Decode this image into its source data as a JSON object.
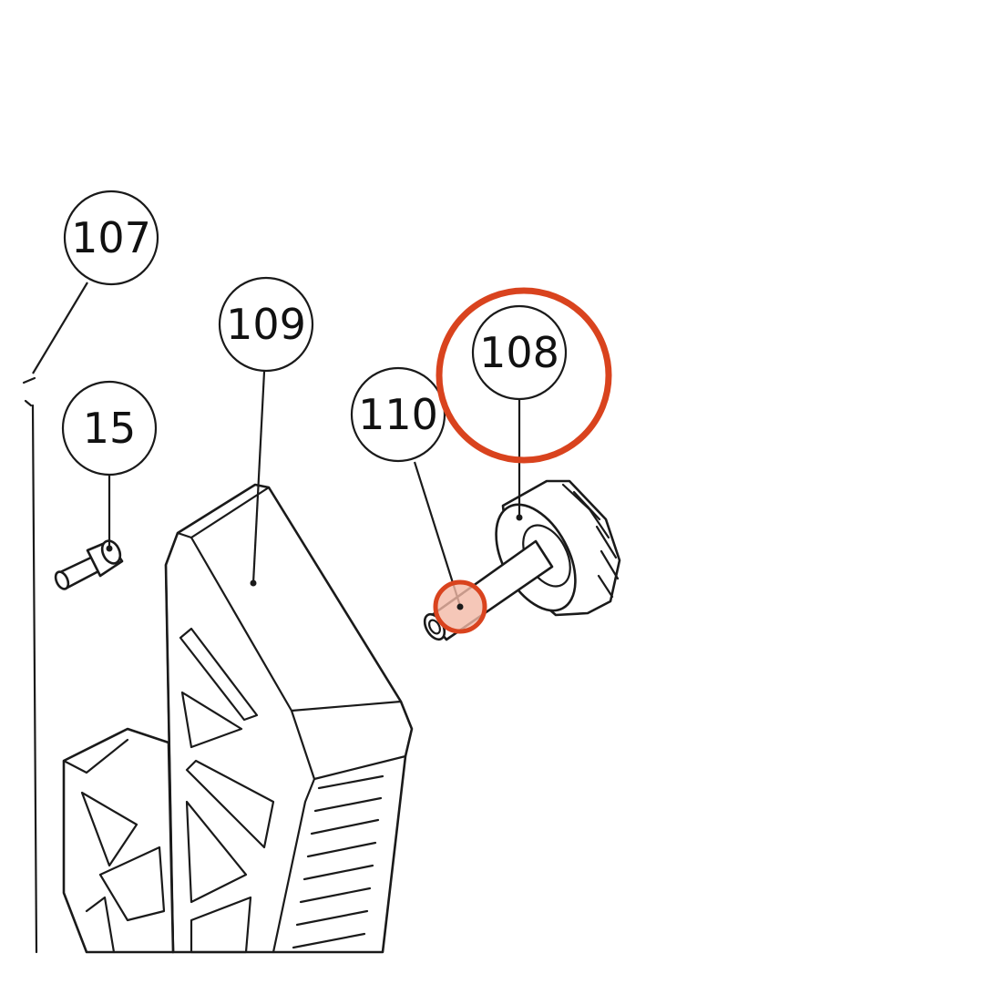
{
  "diagram": {
    "callouts": [
      {
        "id": "107",
        "label": "107"
      },
      {
        "id": "109",
        "label": "109"
      },
      {
        "id": "15",
        "label": "15"
      },
      {
        "id": "110",
        "label": "110"
      },
      {
        "id": "108",
        "label": "108"
      }
    ],
    "highlights": {
      "callout": "108",
      "point": "110",
      "color": "#d9431e",
      "fill": "#f3b9a6"
    }
  }
}
